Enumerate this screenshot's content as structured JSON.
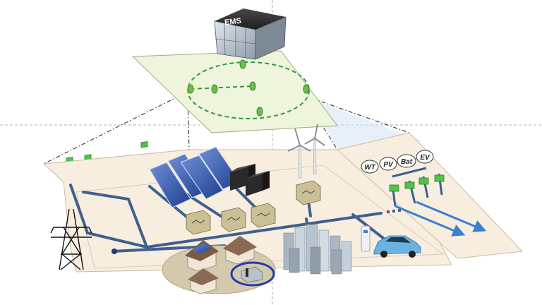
{
  "ems_building": {
    "label": "EMS"
  },
  "aggregator_labels": [
    "WT",
    "PV",
    "Bat",
    "EV"
  ],
  "colors": {
    "control_plane": "#eef5dc",
    "ground_plane": "#f7eedf",
    "power_line": "#3f5f8f",
    "controller_node": "#6cbf4a",
    "comm_link": "#2e9a3e",
    "flow_arrow": "#3b7fd0"
  },
  "icons": [
    "building-icon",
    "transmission-tower-icon",
    "solar-panel-icon",
    "battery-icon",
    "wind-turbine-icon",
    "inverter-icon",
    "house-icon",
    "skyscraper-icon",
    "electric-car-icon",
    "charging-station-icon",
    "controller-icon"
  ]
}
